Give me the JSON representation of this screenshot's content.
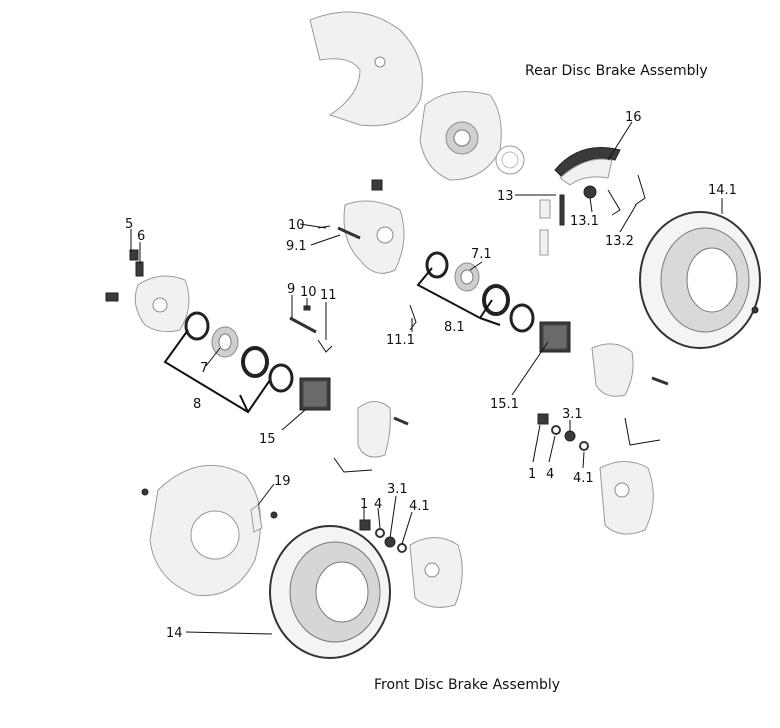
{
  "titles": {
    "rear": "Rear Disc Brake Assembly",
    "front": "Front Disc Brake Assembly"
  },
  "callouts": {
    "c1a": "1",
    "c1b": "1",
    "c3_1a": "3.1",
    "c3_1b": "3.1",
    "c4a": "4",
    "c4b": "4",
    "c4_1a": "4.1",
    "c4_1b": "4.1",
    "c5": "5",
    "c6": "6",
    "c7": "7",
    "c7_1": "7.1",
    "c8": "8",
    "c8_1": "8.1",
    "c9": "9",
    "c9_1": "9.1",
    "c10a": "10",
    "c10b": "10",
    "c11": "11",
    "c11_1": "11.1",
    "c13": "13",
    "c13_1": "13.1",
    "c13_2": "13.2",
    "c14": "14",
    "c14_1": "14.1",
    "c15": "15",
    "c15_1": "15.1",
    "c16": "16",
    "c19": "19"
  }
}
